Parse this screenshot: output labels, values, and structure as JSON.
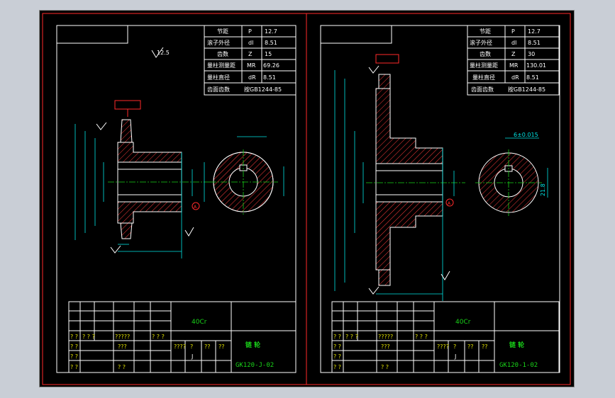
{
  "left_sheet": {
    "params": [
      {
        "label": "节距",
        "symbol": "P",
        "value": "12.7"
      },
      {
        "label": "滚子外径",
        "symbol": "dl",
        "value": "8.51"
      },
      {
        "label": "齿数",
        "symbol": "Z",
        "value": "15"
      },
      {
        "label": "量柱测量距",
        "symbol": "MR",
        "value": "69.26"
      },
      {
        "label": "量柱直径",
        "symbol": "dR",
        "value": "8.51"
      },
      {
        "label": "齿面齿数",
        "symbol": "",
        "value": "按GB1244-85"
      }
    ],
    "roughness_note": "12.5",
    "datum": "A",
    "material": "40Cr",
    "part_name": "链 轮",
    "drawing_no": "GK120-J-02",
    "title_marks": [
      "????",
      "?",
      "??",
      "??"
    ],
    "sheet_mark": "J",
    "table_q": [
      "? ?",
      "? ? ?",
      "?????",
      "? ? ?",
      "? ?",
      "? ?",
      "???",
      "? ?",
      "? ?"
    ]
  },
  "right_sheet": {
    "params": [
      {
        "label": "节距",
        "symbol": "P",
        "value": "12.7"
      },
      {
        "label": "滚子外径",
        "symbol": "dl",
        "value": "8.51"
      },
      {
        "label": "齿数",
        "symbol": "Z",
        "value": "30"
      },
      {
        "label": "量柱测量距",
        "symbol": "MR",
        "value": "130.01"
      },
      {
        "label": "量柱直径",
        "symbol": "dR",
        "value": "8.51"
      },
      {
        "label": "齿面齿数",
        "symbol": "",
        "value": "按GB1244-85"
      }
    ],
    "datum": "A",
    "keyway_note": "6±0.015",
    "keyway_depth": "21.8",
    "material": "40Cr",
    "part_name": "链 轮",
    "drawing_no": "GK120-1-02",
    "title_marks": [
      "????",
      "?",
      "??",
      "??"
    ],
    "sheet_mark": "J",
    "table_q": [
      "? ?",
      "? ? ?",
      "?????",
      "? ? ?",
      "? ?",
      "? ?",
      "???",
      "? ?",
      "? ?"
    ]
  },
  "colors": {
    "background": "#000000",
    "line": "#ffffff",
    "dimension": "#00e5e5",
    "centerline": "#19d219",
    "section": "#ff2a2a",
    "border": "#ff2a2a"
  }
}
